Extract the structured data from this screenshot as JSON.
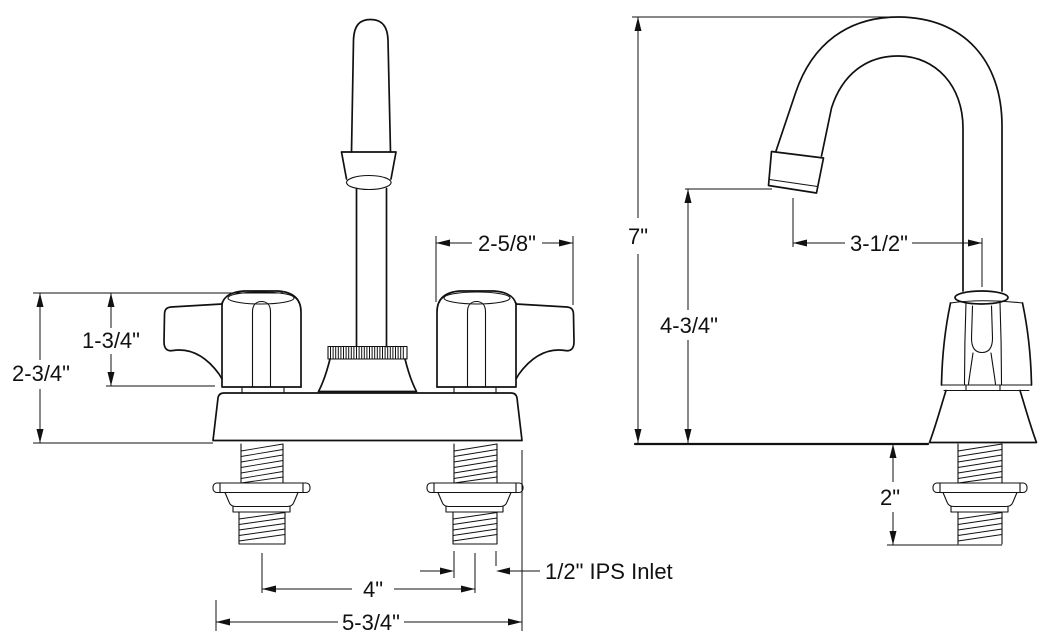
{
  "drawing": {
    "type": "technical-dimension-drawing",
    "subject": "two-handle deck-mount gooseneck faucet",
    "background": "#ffffff",
    "line_color": "#111111",
    "views": {
      "front": "front elevation",
      "side": "side elevation"
    },
    "dims": {
      "handle_span": "2-5/8\"",
      "handle_height": "1-3/4\"",
      "overall_deck_height": "2-3/4\"",
      "center_spacing": "4\"",
      "base_width": "5-3/4\"",
      "inlet_note": "1/2\" IPS Inlet",
      "overall_height": "7\"",
      "spout_outlet_height": "4-3/4\"",
      "spout_reach": "3-1/2\"",
      "shank_length": "2\""
    }
  }
}
